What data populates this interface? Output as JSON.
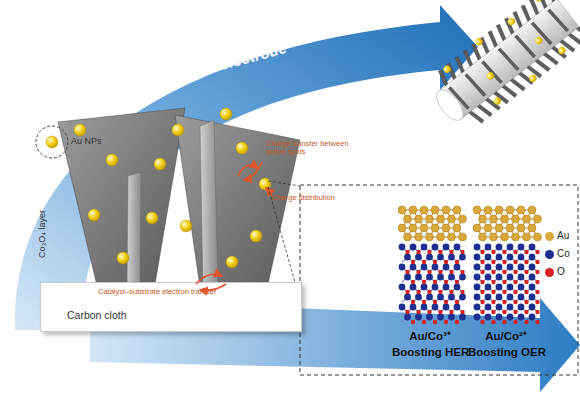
{
  "diagram": {
    "nodes": [
      {
        "text": [
          "Au NPs"
        ]
      },
      {
        "text": [
          "Carbon cloth"
        ]
      },
      {
        "text": [
          "Au/Co³⁺",
          "Boosting HER"
        ]
      },
      {
        "text": [
          "Au/Co²⁺",
          "Boosting OER"
        ]
      }
    ],
    "labels": [
      "Self-supported electrode",
      "Co₃O₄ layer",
      "Charge transfer between active spots",
      "Charge distribution",
      "Catalyst–substrate electron transfer"
    ],
    "legend": [
      {
        "text": "Au",
        "color": "#d9a93a"
      },
      {
        "text": "Co",
        "color": "#1c2f8f"
      },
      {
        "text": "O",
        "color": "#d42020"
      }
    ]
  }
}
